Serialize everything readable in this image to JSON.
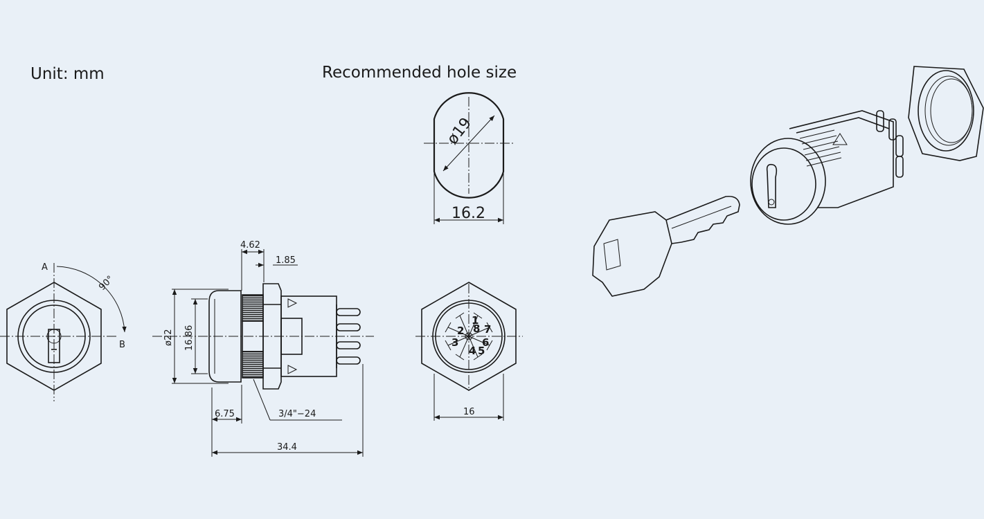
{
  "unit_label": "Unit:  mm",
  "hole_title": "Recommended  hole  size",
  "hole": {
    "diameter": "ø19",
    "width": "16.2"
  },
  "front": {
    "pos_a": "A",
    "pos_b": "B",
    "angle": "90°"
  },
  "side": {
    "d1": "4.62",
    "d2": "1.85",
    "dia_outer": "ø22",
    "dia_inner": "16.86",
    "d3": "6.75",
    "thread": "3/4\"−24",
    "length": "34.4"
  },
  "rear": {
    "width": "16",
    "pins": [
      "1",
      "2",
      "3",
      "4",
      "5",
      "6",
      "7",
      "8"
    ]
  }
}
